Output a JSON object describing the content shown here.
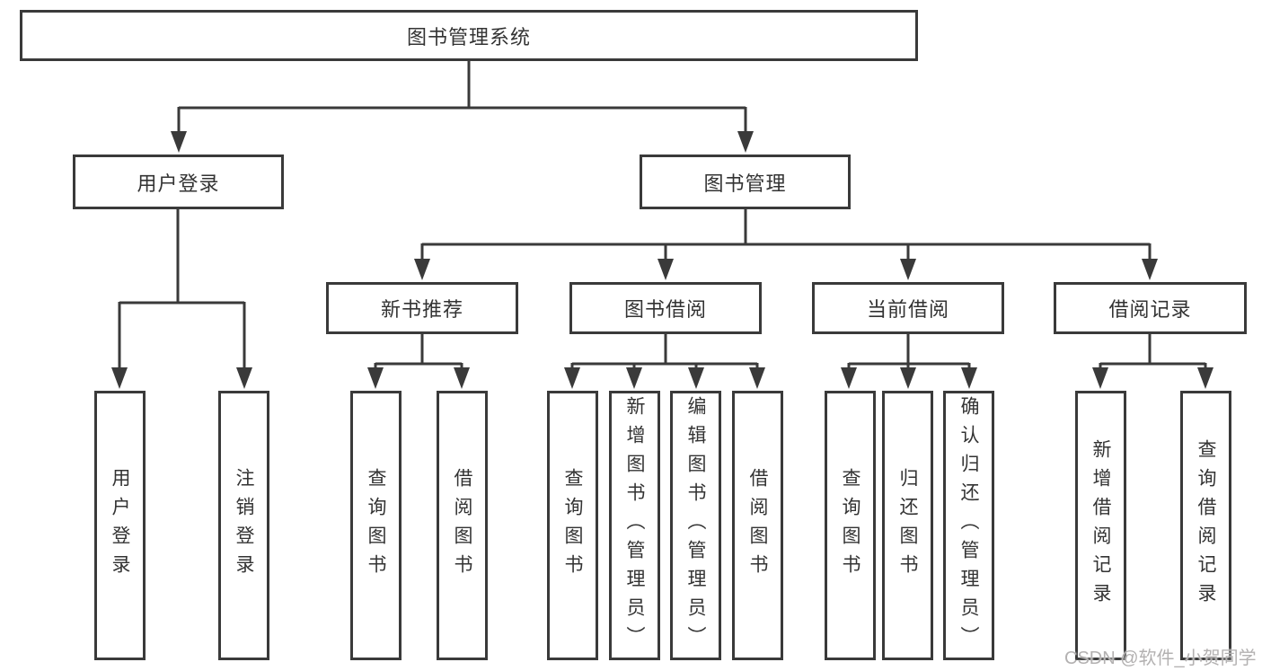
{
  "diagram": {
    "title": "图书管理系统",
    "root": {
      "label": "图书管理系统"
    },
    "level2": [
      {
        "id": "user-login",
        "label": "用户登录",
        "parent": "root"
      },
      {
        "id": "book-management",
        "label": "图书管理",
        "parent": "root"
      }
    ],
    "level3": [
      {
        "id": "new-book-recommend",
        "label": "新书推荐",
        "parent": "book-management"
      },
      {
        "id": "book-borrow",
        "label": "图书借阅",
        "parent": "book-management"
      },
      {
        "id": "current-borrow",
        "label": "当前借阅",
        "parent": "book-management"
      },
      {
        "id": "borrow-records",
        "label": "借阅记录",
        "parent": "book-management"
      }
    ],
    "level4": [
      {
        "label": "用户登录",
        "parent": "user-login"
      },
      {
        "label": "注销登录",
        "parent": "user-login"
      },
      {
        "label": "查询图书",
        "parent": "new-book-recommend"
      },
      {
        "label": "借阅图书",
        "parent": "new-book-recommend"
      },
      {
        "label": "查询图书",
        "parent": "book-borrow"
      },
      {
        "label": "新增图书（管理员）",
        "parent": "book-borrow"
      },
      {
        "label": "编辑图书（管理员）",
        "parent": "book-borrow"
      },
      {
        "label": "借阅图书",
        "parent": "book-borrow"
      },
      {
        "label": "查询图书",
        "parent": "current-borrow"
      },
      {
        "label": "归还图书",
        "parent": "current-borrow"
      },
      {
        "label": "确认归还（管理员）",
        "parent": "current-borrow"
      },
      {
        "label": "新增借阅记录",
        "parent": "borrow-records"
      },
      {
        "label": "查询借阅记录",
        "parent": "borrow-records"
      }
    ],
    "watermark": "CSDN @软件_小贺同学",
    "colors": {
      "line": "#3a3a3a",
      "text": "#333333",
      "box_background": "#ffffff",
      "watermark": "#b3b1b1"
    }
  }
}
